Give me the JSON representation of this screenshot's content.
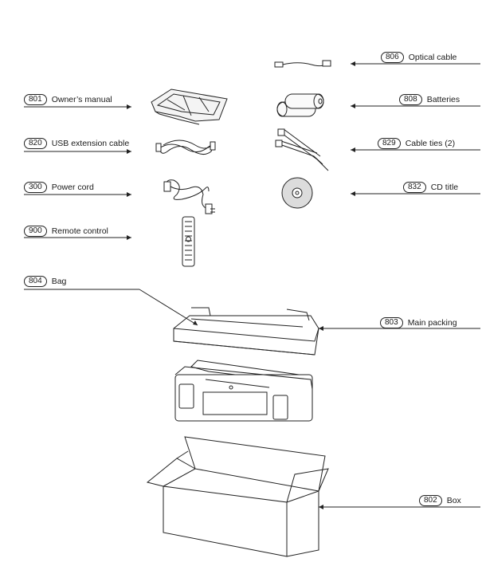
{
  "parts": {
    "p806": {
      "num": "806",
      "name": "Optical cable"
    },
    "p801": {
      "num": "801",
      "name": "Owner’s manual"
    },
    "p808": {
      "num": "808",
      "name": "Batteries"
    },
    "p820": {
      "num": "820",
      "name": "USB extension cable"
    },
    "p829": {
      "num": "829",
      "name": "Cable ties (2)"
    },
    "p300": {
      "num": "300",
      "name": "Power cord"
    },
    "p832": {
      "num": "832",
      "name": "CD title"
    },
    "p900": {
      "num": "900",
      "name": "Remote control"
    },
    "p804": {
      "num": "804",
      "name": "Bag"
    },
    "p803": {
      "num": "803",
      "name": "Main packing"
    },
    "p802": {
      "num": "802",
      "name": "Box"
    }
  }
}
